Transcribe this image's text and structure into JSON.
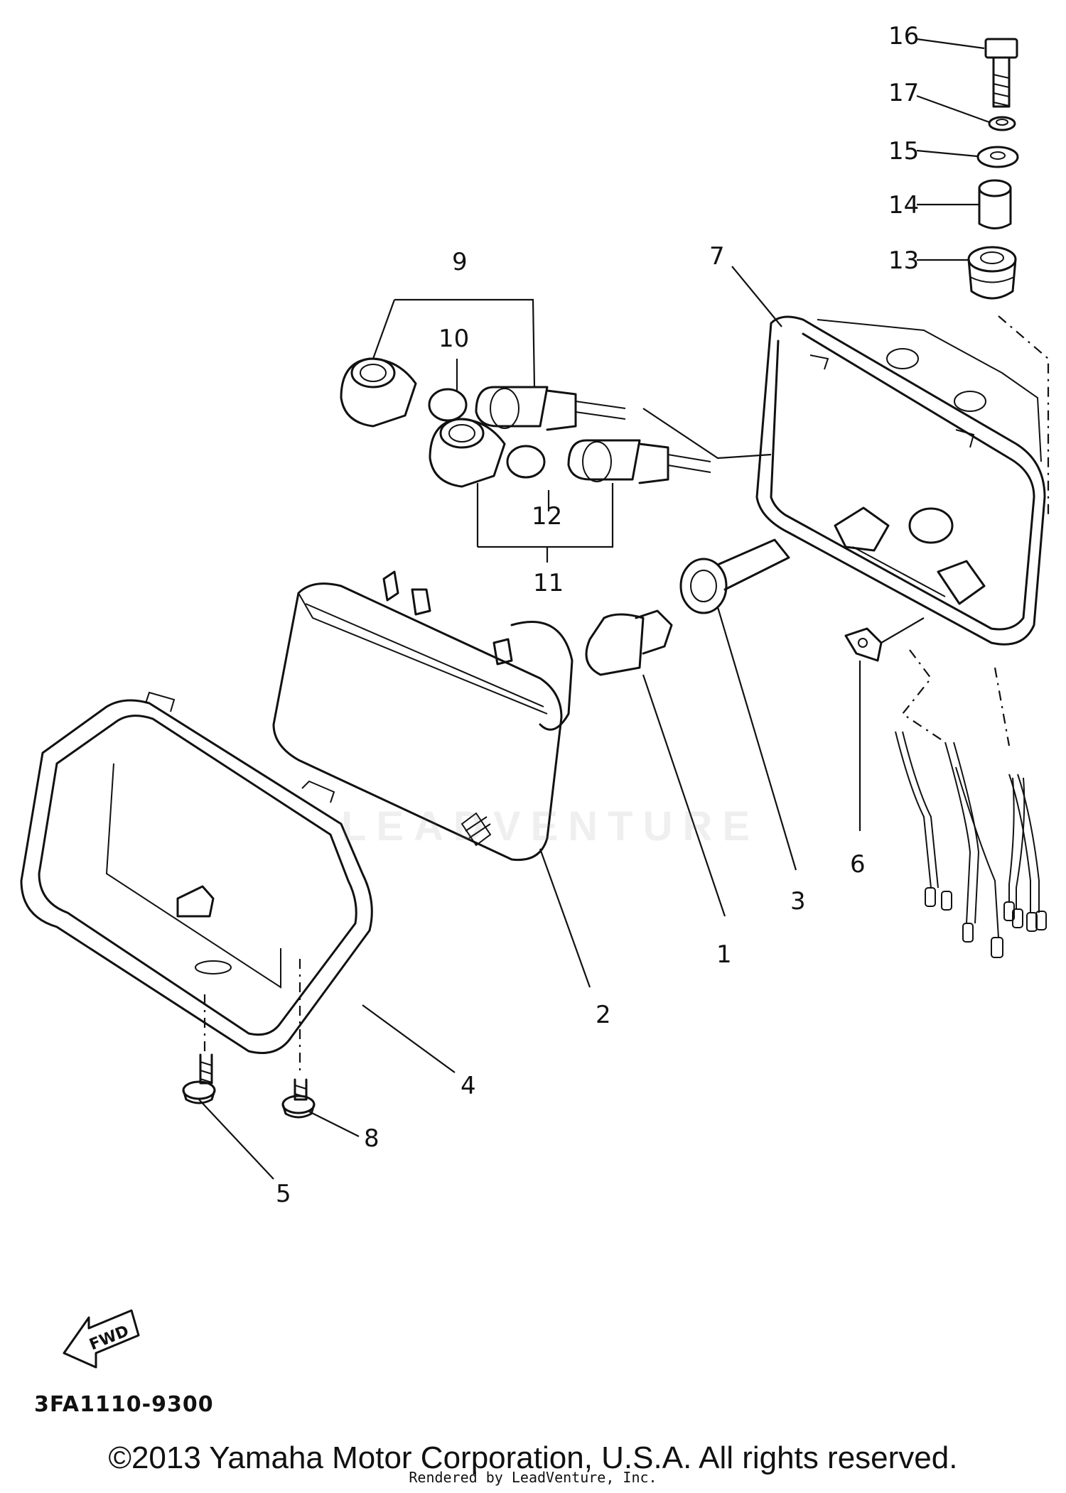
{
  "callouts": {
    "c1": "1",
    "c2": "2",
    "c3": "3",
    "c4": "4",
    "c5": "5",
    "c6": "6",
    "c7": "7",
    "c8": "8",
    "c9": "9",
    "c10": "10",
    "c11": "11",
    "c12": "12",
    "c13": "13",
    "c14": "14",
    "c15": "15",
    "c16": "16",
    "c17": "17"
  },
  "fwd_label": "FWD",
  "diagram_code": "3FA1110-9300",
  "watermark": "LEADVENTURE",
  "copyright": "©2013 Yamaha Motor Corporation, U.S.A. All rights reserved.",
  "rendered_by": "Rendered by LeadVenture, Inc."
}
